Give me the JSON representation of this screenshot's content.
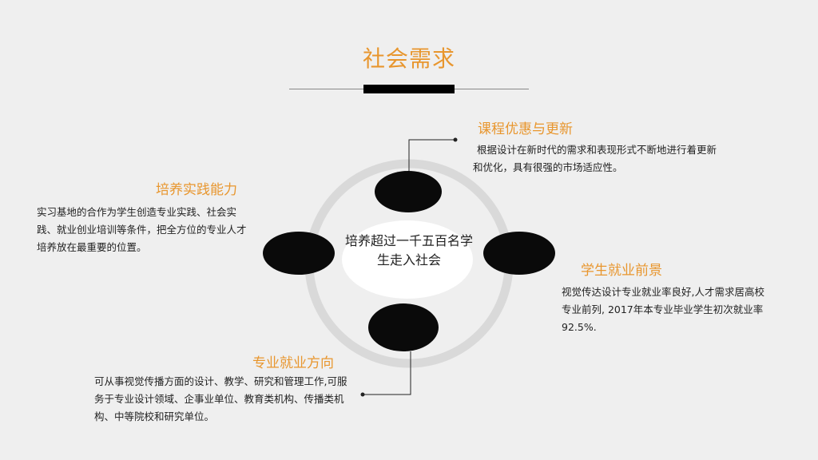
{
  "title": "社会需求",
  "center_text": "培养超过一千五百名学生走入社会",
  "sections": {
    "top": {
      "heading": "课程优惠与更新",
      "text": "根据设计在新时代的需求和表现形式不断地进行着更新和优化，具有很强的市场适应性。"
    },
    "left": {
      "heading": "培养实践能力",
      "text": "实习基地的合作为学生创造专业实践、社会实践、就业创业培训等条件，把全方位的专业人才培养放在最重要的位置。"
    },
    "right": {
      "heading": "学生就业前景",
      "text": "视觉传达设计专业就业率良好,人才需求居高校专业前列, 2017年本专业毕业学生初次就业率92.5%."
    },
    "bottom": {
      "heading": "专业就业方向",
      "text": "可从事视觉传播方面的设计、教学、研究和管理工作,可服务于专业设计领域、企事业单位、教育类机构、传播类机构、中等院校和研究单位。"
    }
  }
}
